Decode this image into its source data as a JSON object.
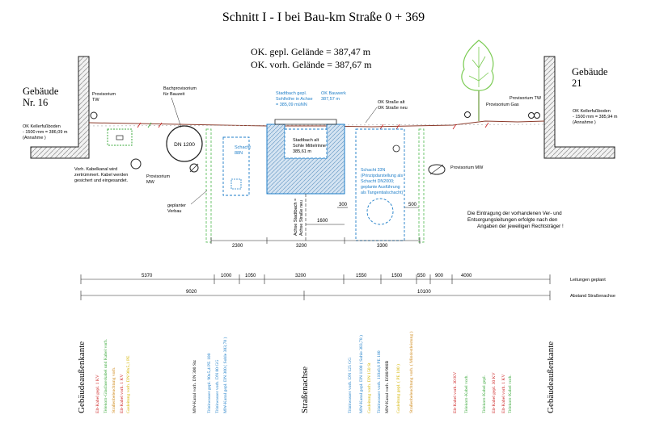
{
  "title": "Schnitt I - I  bei Bau-km Straße 0 + 369",
  "ok_geplant": "OK. gepl. Gelände  = 387,47 m",
  "ok_vorhanden": "OK. vorh. Gelände = 387,67 m",
  "left_building": {
    "line1": "Gebäude",
    "line2": "Nr. 16"
  },
  "right_building": {
    "line1": "Gebäude",
    "line2": "21"
  },
  "left_floor": {
    "line1": "OK Kellerfußboden",
    "line2": "- 1500 mm = 386,09 m",
    "line3": "(Annahme )"
  },
  "right_floor": {
    "line1": "OK Kellerfußboden",
    "line2": "- 1500 mm = 385,94 m",
    "line3": "(Annahme )"
  },
  "labels": {
    "prov_tw_left": {
      "line1": "Provisorium",
      "line2": "TW"
    },
    "bachprov": {
      "line1": "Bachprovisorium",
      "line2": "für Bauzeit"
    },
    "dn1200": "DN 1200",
    "kabel_note": {
      "line1": "Vorh. Kabelkanal wird",
      "line2": "zertrümmert. Kabel werden",
      "line3": "gesichert und eingesandet."
    },
    "prov_mw_left": {
      "line1": "Provisorium",
      "line2": "MW"
    },
    "verbau": {
      "line1": "geplanter",
      "line2": "Verbau"
    },
    "stadtbach_gepl": {
      "line1": "Stadtbach gepl.",
      "line2": "Sohlhöhe in Achse",
      "line3": "= 385,09 müNN"
    },
    "ok_bauwerk": {
      "line1": "OK Bauwerk",
      "line2": "387,57 m"
    },
    "ok_strasse": {
      "line1": "OK Straße alt",
      "line2": "OK Straße neu"
    },
    "schacht_88n": {
      "line1": "Schacht",
      "line2": "88N"
    },
    "stadtbach_alt": {
      "line1": "Stadtbach alt",
      "line2": "Sohle Mittelrinne",
      "line3": "385,61 m"
    },
    "schacht_33n": {
      "line1": "Schacht 33N",
      "line2": "(Prinzipdarstellung als",
      "line3": "Schacht DN2000;",
      "line4": "geplante Ausführung",
      "line5": "als Tangentialschacht)"
    },
    "prov_gas": "Provisorium Gas",
    "prov_tw_right": "Provisorium TW",
    "prov_mw_right": "Provisorium MW",
    "achse_stadtbach": {
      "line1": "Achse Stadtbach =",
      "line2": "Achse Straße neu"
    },
    "note": {
      "line1": "Die Eintragung der vorhandenen Ver- und",
      "line2": "Entsorgungsleitungen erfolgte nach den",
      "line3": "Angaben der jeweiligen Rechtsträger !"
    }
  },
  "inner_dims": [
    "300",
    "500",
    "1600",
    "2300",
    "3200",
    "3300"
  ],
  "dim_rows": {
    "row1_values": [
      "5370",
      "1000",
      "1050",
      "3200",
      "1550",
      "1500",
      "550",
      "900",
      "4000"
    ],
    "row1_label": "Leitungen geplant",
    "row2_values": [
      "9020",
      "10100"
    ],
    "row2_label": "Abstand Straßenachse"
  },
  "vertical_labels": [
    {
      "text": "Gebäudeaußenkante",
      "color": "#000000"
    },
    {
      "text": "Elt-Kabel gepl. 1 KV",
      "color": "#cc2222"
    },
    {
      "text": "Telekom-Glasfaserkabel und Kabel vorh.",
      "color": "#3aa83a"
    },
    {
      "text": "Straßenbeleuchtung vorh.",
      "color": "#d08a1a"
    },
    {
      "text": "Elt-Kabel vorh. 1 KV",
      "color": "#cc2222"
    },
    {
      "text": "Gasleitung vorh. DN 90x5,1 PE",
      "color": "#d4b400"
    },
    {
      "text": "MW-Kanal vorh. DN 300 Stz",
      "color": "#000000"
    },
    {
      "text": "Trinkwasser gepl. 90x5,4 PE 100",
      "color": "#1e7ec8"
    },
    {
      "text": "Trinkwasser vorh. DN 80 GG",
      "color": "#1e7ec8"
    },
    {
      "text": "MW-Kanal gepl. DN 300 ( Sohle 383,78 )",
      "color": "#1e7ec8"
    },
    {
      "text": "Straßenachse",
      "color": "#000000"
    },
    {
      "text": "Trinkwasser vorh. DN 125 GG",
      "color": "#1e7ec8"
    },
    {
      "text": "MW-Kanal gepl. DN 1100 ( Sohle 383,78 )",
      "color": "#1e7ec8"
    },
    {
      "text": "Gasleitung vorh. DN 150 St",
      "color": "#d4b400"
    },
    {
      "text": "Trinkwasser vorh. 110x6,6 PE 100",
      "color": "#1e7ec8"
    },
    {
      "text": "MW-Kanal vorh. E600/900B",
      "color": "#000000"
    },
    {
      "text": "Gasleitung gepl. ( PE 100 )",
      "color": "#d4b400"
    },
    {
      "text": "Straßenbeleuchtung vorh. ( Mindestleistung )",
      "color": "#d08a1a"
    },
    {
      "text": "Elt-Kabel vorh. 30 KV",
      "color": "#cc2222"
    },
    {
      "text": "Telekom-Kabel vorh.",
      "color": "#3aa83a"
    },
    {
      "text": "Telekom-Kabel gepl.",
      "color": "#3aa83a"
    },
    {
      "text": "Elt-Kabel gepl. 30 KV",
      "color": "#cc2222"
    },
    {
      "text": "Elt-Kabel vorh. 1 KV",
      "color": "#cc2222"
    },
    {
      "text": "Telekom-Kabel vorh.",
      "color": "#3aa83a"
    },
    {
      "text": "Gebäudeaußenkante",
      "color": "#000000"
    }
  ],
  "colors": {
    "line": "#222222",
    "planned": "#1e7ec8",
    "structure_fill": "#bcd2e8",
    "verbau": "#6cc46c",
    "tree": "#7acb52",
    "ground": "#8b3a2a"
  }
}
